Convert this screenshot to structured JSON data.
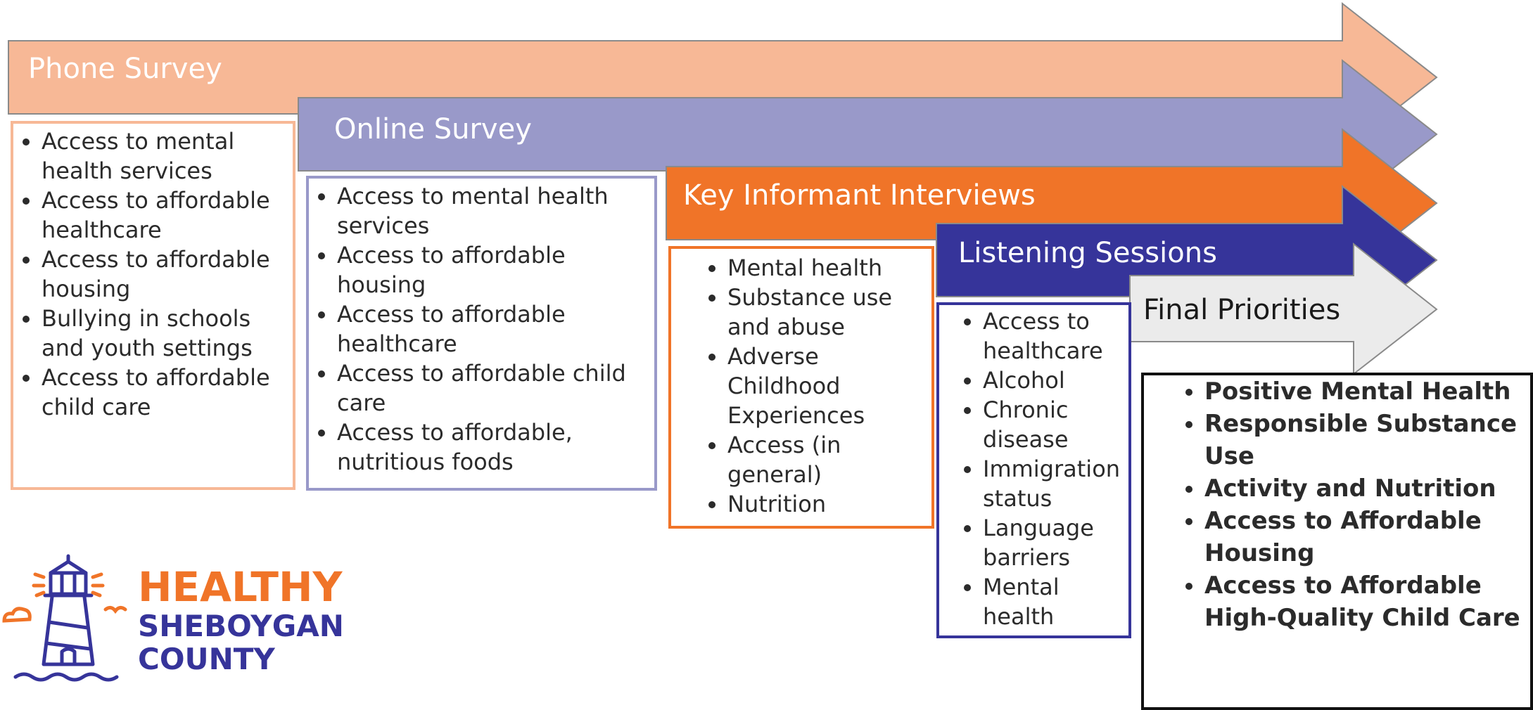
{
  "stages": [
    {
      "title": "Phone Survey",
      "color": "#F7B896",
      "items": [
        "Access to mental health services",
        "Access to affordable healthcare",
        "Access to affordable housing",
        "Bullying in schools and youth settings",
        "Access to affordable child care"
      ]
    },
    {
      "title": "Online Survey",
      "color": "#9999C9",
      "items": [
        "Access to mental health services",
        "Access to affordable housing",
        "Access to affordable healthcare",
        "Access to affordable child care",
        "Access to affordable, nutritious foods"
      ]
    },
    {
      "title": "Key Informant Interviews",
      "color": "#F07428",
      "items": [
        "Mental health",
        "Substance  use and abuse",
        "Adverse Childhood Experiences",
        "Access (in general)",
        "Nutrition"
      ]
    },
    {
      "title": "Listening Sessions",
      "color": "#36349A",
      "items": [
        "Access to healthcare",
        "Alcohol",
        "Chronic disease",
        "Immigration status",
        "Language barriers",
        "Mental health"
      ]
    },
    {
      "title": "Final Priorities",
      "color": "#EBEBEB",
      "items": [
        "Positive Mental Health",
        "Responsible Substance Use",
        "Activity and Nutrition",
        "Access to Affordable Housing",
        "Access to Affordable High-Quality Child Care"
      ]
    }
  ],
  "logo": {
    "line1": "HEALTHY",
    "line2": "SHEBOYGAN",
    "line3": "COUNTY",
    "orange": "#F07428",
    "navy": "#36349A"
  }
}
